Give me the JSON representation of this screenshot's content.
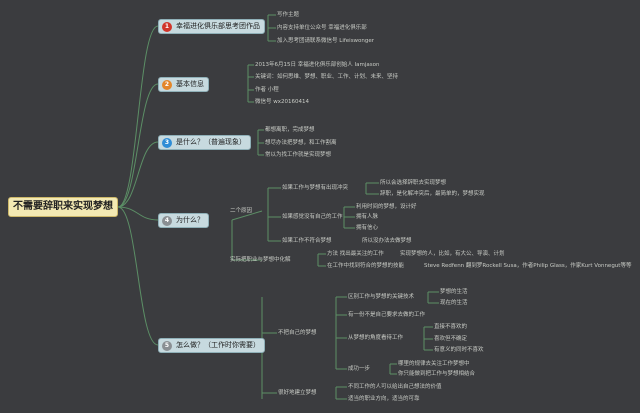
{
  "colors": {
    "background": "#3b3c3f",
    "line": "#5c8f66",
    "badge_red": "#d0352b",
    "badge_orange": "#e3862a",
    "badge_blue": "#2f8dd6",
    "badge_gray": "#8a8f93"
  },
  "root": {
    "label": "不需要辞职来实现梦想"
  },
  "topics": [
    {
      "num": "1",
      "label": "幸福进化俱乐部思考团作品",
      "children": [
        "写作主题",
        "内容支持单位公众号   幸福进化俱乐部",
        "加入思考团请联系微信号   Lifeiswonger"
      ]
    },
    {
      "num": "2",
      "label": "基本信息",
      "children": [
        "2013年6月15日 幸福进化俱乐部创始人 Iamjason",
        "关键词：如何思维、梦想、职业、工作、计划、未来、坚持",
        "作者   小程",
        "微信号 wx20160414"
      ]
    },
    {
      "num": "3",
      "label": "是什么？（普遍现象）",
      "children": [
        "都想离职，完成梦想",
        "想尽办法把梦想，和工作割离",
        "常以为找工作就是实现梦想"
      ]
    },
    {
      "num": "4",
      "label": "为什么？",
      "sub": {
        "why": "二个原因",
        "items": [
          "如果工作与梦想有出现冲突",
          "如果感觉没有自己的工作",
          "如果工作不符合梦想"
        ],
        "items_children": [
          "所以会选择辞职去实现梦想",
          "辞职，是化解冲突后，最简单的，梦想实现",
          "利用时间的梦想，设计好",
          "拥有人脉",
          "拥有信心"
        ],
        "last_child": "所以没办法去做梦想",
        "strategy": "实际把职业与梦想中化解",
        "strategy_items": [
          "方法   找出最关注的工作",
          "在工作中找到符合的梦想的技能"
        ],
        "strategy_children": [
          "实现梦想的人，比如，有大公、导演、计划",
          "Steve Redfenn 翻到罗Rockell Susa，作者Philip Glass，作家Kurt Vonnegut等等"
        ]
      }
    },
    {
      "num": "5",
      "label": "怎么做？（工作时你需要）",
      "sub": {
        "left1": "不把自己的梦想",
        "left1_items": [
          "区别工作与梦想的关键技术",
          "有一份不是自己要求去做的工作",
          "从梦想的角度看待工作",
          "成功一步"
        ],
        "left1_children": [
          "梦想的生活",
          "现在的生活",
          "直接不喜欢的",
          "喜欢但不确定",
          "有意义的同时不喜欢",
          "哪里的规律去关注工作梦想中",
          "你只能做到把工作与梦想相结合"
        ],
        "left2": "很好地建立梦想",
        "left2_items": [
          "不同工作的人可以给出自己想法的价值",
          "适当的职业方向，适当的可靠"
        ]
      }
    }
  ]
}
